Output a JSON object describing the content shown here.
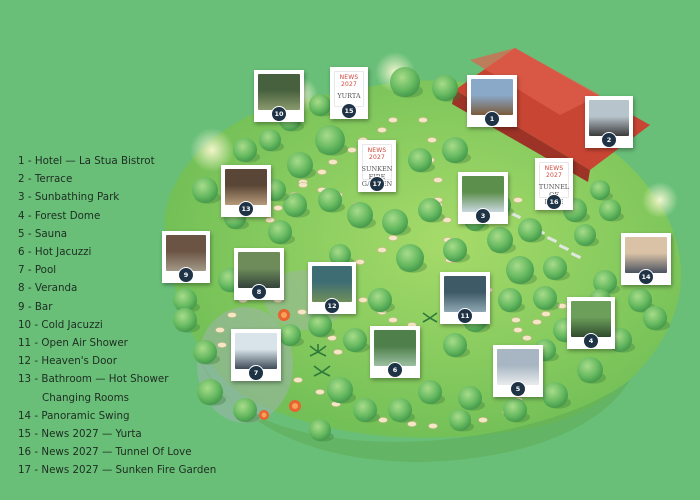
{
  "legend": [
    {
      "num": "1",
      "text": "Hotel — La Stua Bistrot"
    },
    {
      "num": "2",
      "text": "Terrace"
    },
    {
      "num": "3",
      "text": "Sunbathing Park"
    },
    {
      "num": "4",
      "text": "Forest Dome"
    },
    {
      "num": "5",
      "text": "Sauna"
    },
    {
      "num": "6",
      "text": "Hot Jacuzzi"
    },
    {
      "num": "7",
      "text": "Pool"
    },
    {
      "num": "8",
      "text": "Veranda"
    },
    {
      "num": "9",
      "text": "Bar"
    },
    {
      "num": "10",
      "text": "Cold Jacuzzi"
    },
    {
      "num": "11",
      "text": "Open Air Shower"
    },
    {
      "num": "12",
      "text": "Heaven's Door"
    },
    {
      "num": "13",
      "text": "Bathroom — Hot Shower",
      "cont": "Changing Rooms"
    },
    {
      "num": "14",
      "text": "Panoramic Swing"
    },
    {
      "num": "15",
      "text": "News 2027 — Yurta"
    },
    {
      "num": "16",
      "text": "News 2027 — Tunnel Of Love"
    },
    {
      "num": "17",
      "text": "News 2027 — Sunken Fire Garden"
    }
  ],
  "locations": [
    {
      "num": "1",
      "kind": "photo",
      "colors": [
        "#8aa8c8",
        "#7a5a3a"
      ]
    },
    {
      "num": "2",
      "kind": "photo",
      "colors": [
        "#b8c4cc",
        "#3a3a3a"
      ]
    },
    {
      "num": "3",
      "kind": "photo",
      "colors": [
        "#5d8f4c",
        "#c9d7e0"
      ]
    },
    {
      "num": "4",
      "kind": "photo",
      "colors": [
        "#6c9f5a",
        "#2f4b2e"
      ]
    },
    {
      "num": "5",
      "kind": "photo",
      "colors": [
        "#a7b6c2",
        "#e9ecee"
      ]
    },
    {
      "num": "6",
      "kind": "photo",
      "colors": [
        "#4f7f4a",
        "#9bbfa0"
      ]
    },
    {
      "num": "7",
      "kind": "photo",
      "colors": [
        "#d9e4ea",
        "#3d4c57"
      ]
    },
    {
      "num": "8",
      "kind": "photo",
      "colors": [
        "#6d8c5a",
        "#34423a"
      ]
    },
    {
      "num": "9",
      "kind": "photo",
      "colors": [
        "#6b5443",
        "#a39988"
      ]
    },
    {
      "num": "10",
      "kind": "photo",
      "colors": [
        "#47603e",
        "#8a9a6d"
      ]
    },
    {
      "num": "11",
      "kind": "photo",
      "colors": [
        "#3e5a66",
        "#8ea7b3"
      ]
    },
    {
      "num": "12",
      "kind": "photo",
      "colors": [
        "#3f6d74",
        "#6f8f5a"
      ]
    },
    {
      "num": "13",
      "kind": "photo",
      "colors": [
        "#5a4636",
        "#b59a7a"
      ]
    },
    {
      "num": "14",
      "kind": "photo",
      "colors": [
        "#d9c2a6",
        "#4a5360"
      ]
    },
    {
      "num": "15",
      "kind": "news",
      "tag": "NEWS 2027",
      "name": [
        "YURTA"
      ]
    },
    {
      "num": "16",
      "kind": "news",
      "tag": "NEWS 2027",
      "name": [
        "TUNNEL",
        "OF LOVE"
      ]
    },
    {
      "num": "17",
      "kind": "news",
      "tag": "NEWS 2027",
      "name": [
        "SUNKEN",
        "FIRE",
        "GARDEN"
      ]
    }
  ],
  "colors": {
    "background": "#69bf78",
    "lawn": "#82cc62",
    "roof": "#d8523f",
    "badge": "#1f3346",
    "news_tag": "#d0473b"
  }
}
